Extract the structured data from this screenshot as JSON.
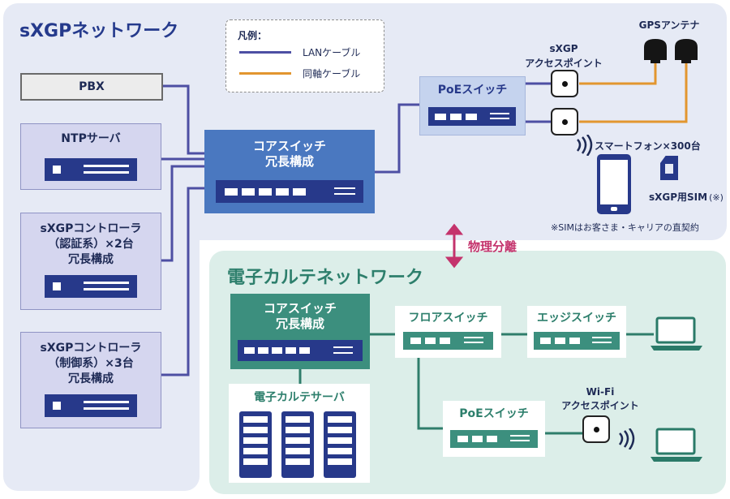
{
  "titles": {
    "sxgp": "sXGPネットワーク",
    "karte": "電子カルテネットワーク"
  },
  "legend": {
    "heading": "凡例：",
    "lan": "LANケーブル",
    "coax": "同軸ケーブル"
  },
  "colors": {
    "lan": "#4d4fa3",
    "coax": "#e2962f",
    "separation": "#c4336c"
  },
  "sxgp": {
    "pbx": "PBX",
    "ntp": "NTPサーバ",
    "auth_line1": "sXGPコントローラ",
    "auth_line2": "（認証系）×2台",
    "auth_line3": "冗長構成",
    "ctrl_line1": "sXGPコントローラ",
    "ctrl_line2": "（制御系）×3台",
    "ctrl_line3": "冗長構成",
    "core_line1": "コアスイッチ",
    "core_line2": "冗長構成",
    "poe": "PoEスイッチ",
    "ap_line1": "sXGP",
    "ap_line2": "アクセスポイント",
    "gps": "GPSアンテナ",
    "smartphone": "スマートフォン×300台",
    "sim": "sXGP用SIM",
    "sim_mark": "(※)",
    "sim_note": "※SIMはお客さま・キャリアの直契約"
  },
  "separation": "物理分離",
  "karte": {
    "core_line1": "コアスイッチ",
    "core_line2": "冗長構成",
    "server": "電子カルテサーバ",
    "floor": "フロアスイッチ",
    "edge": "エッジスイッチ",
    "poe": "PoEスイッチ",
    "wifi_line1": "Wi-Fi",
    "wifi_line2": "アクセスポイント"
  }
}
